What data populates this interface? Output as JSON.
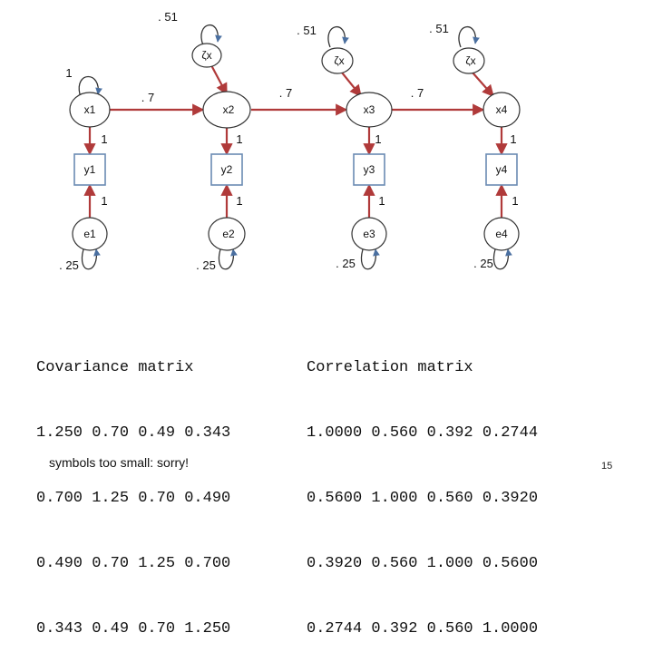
{
  "diagram": {
    "nodes": {
      "x1": "x1",
      "x2": "x2",
      "x3": "x3",
      "x4": "x4",
      "y1": "y1",
      "y2": "y2",
      "y3": "y3",
      "y4": "y4",
      "e1": "e1",
      "e2": "e2",
      "e3": "e3",
      "e4": "e4",
      "zeta2": "ζx",
      "zeta3": "ζx",
      "zeta4": "ζx"
    },
    "labels": {
      "x1_variance": "1",
      "x2_disturbance_variance": ". 51",
      "x3_disturbance_variance": ". 51",
      "x4_disturbance_variance": ". 51",
      "path_x1_x2": ". 7",
      "path_x2_x3": ". 7",
      "path_x3_x4": ". 7",
      "load_x1_y1": "1",
      "load_x2_y2": "1",
      "load_x3_y3": "1",
      "load_x4_y4": "1",
      "err_e1_y1": "1",
      "err_e2_y2": "1",
      "err_e3_y3": "1",
      "err_e4_y4": "1",
      "e1_variance": ". 25",
      "e2_variance": ". 25",
      "e3_variance": ". 25",
      "e4_variance": ". 25"
    },
    "colors": {
      "arrow": "#b03a3a",
      "box_border": "#6b8bb3",
      "node_stroke": "#333333"
    }
  },
  "covariance": {
    "title": "Covariance matrix",
    "rows": [
      "1.250 0.70 0.49 0.343",
      "0.700 1.25 0.70 0.490",
      "0.490 0.70 1.25 0.700",
      "0.343 0.49 0.70 1.250"
    ]
  },
  "correlation": {
    "title": "Correlation matrix",
    "rows": [
      "1.0000 0.560 0.392 0.2744",
      "0.5600 1.000 0.560 0.3920",
      "0.3920 0.560 1.000 0.5600",
      "0.2744 0.392 0.560 1.0000"
    ]
  },
  "footnote": "symbols too small: sorry!",
  "page_number": "15"
}
